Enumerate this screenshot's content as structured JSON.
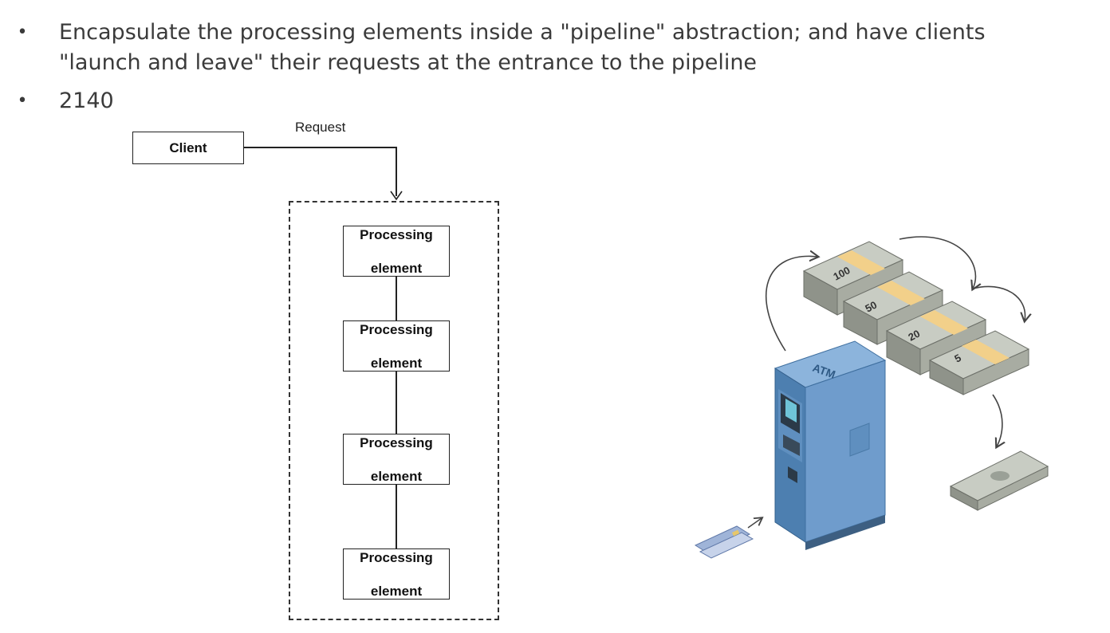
{
  "bullets": [
    {
      "marker": "•",
      "lines": [
        "Encapsulate the processing elements inside a \"pipeline\" abstraction; and have clients",
        "\"launch and leave\" their requests at the entrance to the pipeline"
      ]
    },
    {
      "marker": "•",
      "lines": [
        "2140"
      ]
    }
  ],
  "diagram": {
    "client_label": "Client",
    "request_label": "Request",
    "processing_elements": [
      {
        "line1": "Processing",
        "line2": "element"
      },
      {
        "line1": "Processing",
        "line2": "element"
      },
      {
        "line1": "Processing",
        "line2": "element"
      },
      {
        "line1": "Processing",
        "line2": "element"
      }
    ]
  },
  "illustration": {
    "atm_label": "ATM",
    "stack_labels": [
      "100",
      "50",
      "20",
      "5"
    ],
    "colors": {
      "atm_body": "#6f9ccc",
      "atm_dark": "#3f6f9f",
      "cash": "#b9bdb3",
      "band": "#f2d08a"
    }
  }
}
